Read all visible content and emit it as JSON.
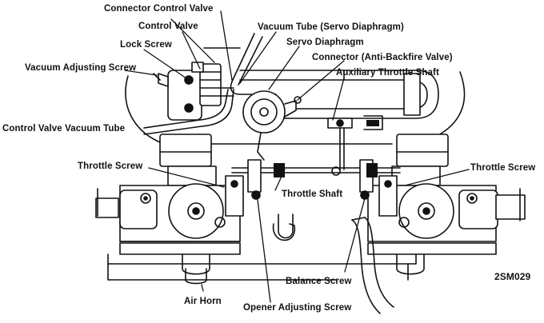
{
  "labels": {
    "connector_control_valve": "Connector Control Valve",
    "vacuum_tube_servo": "Vacuum Tube (Servo Diaphragm)",
    "control_valve": "Control Valve",
    "servo_diaphragm": "Servo Diaphragm",
    "lock_screw": "Lock Screw",
    "connector_anti_backfire": "Connector (Anti-Backfire Valve)",
    "vacuum_adjusting_screw": "Vacuum Adjusting Screw",
    "auxiliary_throttle_shaft": "Auxiliary Throttle Shaft",
    "control_valve_vacuum_tube": "Control Valve Vacuum Tube",
    "throttle_screw_left": "Throttle Screw",
    "throttle_screw_right": "Throttle Screw",
    "throttle_shaft": "Throttle Shaft",
    "balance_screw": "Balance Screw",
    "air_horn": "Air Horn",
    "opener_adjusting_screw": "Opener Adjusting Screw"
  },
  "figure_code": "2SM029",
  "colors": {
    "ink": "#111111",
    "background": "#ffffff"
  }
}
